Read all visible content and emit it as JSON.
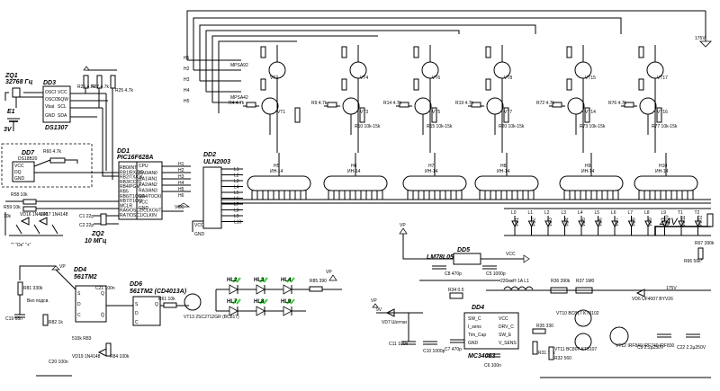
{
  "top_bus": {
    "rail_label": "175V",
    "h_lines": [
      "H1",
      "H2",
      "H3",
      "H4",
      "H5"
    ]
  },
  "zq1": {
    "ref": "ZQ1",
    "value": "32768 Гц"
  },
  "dd3": {
    "ref": "DD3",
    "part": "DS1307",
    "pins_left": [
      "OSCI",
      "OSCO",
      "Vbat",
      "GND"
    ],
    "pins_right": [
      "VCC",
      "SQW",
      "SCL",
      "SDA"
    ]
  },
  "r26": "R26 4.7k",
  "r27": "R27 4.7k",
  "r25": "R25 4.7k",
  "battery": {
    "ref": "E1",
    "value": "3V"
  },
  "dd7": {
    "ref": "DD7",
    "part": "DS18B20",
    "pins": [
      "VCC",
      "DQ",
      "GND"
    ],
    "r60": "R60 4.7k"
  },
  "r58": "R58 10k",
  "r59": "R59 10k",
  "buttons": {
    "label": "\"\" \"Ок\" \"+\"",
    "d16": "VD16 1N4148",
    "d17": "VD17 1N4148",
    "r_bottom": "10k"
  },
  "dd1": {
    "ref": "DD1",
    "part": "PIC16F628A",
    "cpu": "CPU",
    "pins_left": [
      "RB0/INT",
      "RB1/RX/DT",
      "RB2/TX/CK",
      "RB3/CCP1",
      "RB4/PGM",
      "RB5",
      "RB6/T1OSO",
      "RB7/T1OSI",
      "MCLR",
      "RA6/OSC2/CLKOUT",
      "RA7/OSC1/CLKIN"
    ],
    "pins_right": [
      "RA0/AN0",
      "RA1/AN1",
      "RA2/AN2",
      "RA3/AN3",
      "RA4/T0CKI",
      "VCC",
      "GND"
    ]
  },
  "xtal": {
    "ref": "ZQ2",
    "value": "10 МГц",
    "c1": "C1 22p",
    "c2": "C2 22p"
  },
  "dd2": {
    "ref": "DD2",
    "part": "ULN2003",
    "outs": [
      "L1",
      "L2",
      "L3",
      "L4",
      "L5",
      "L6",
      "L7",
      "L8",
      "L9",
      "L10"
    ]
  },
  "h_pins": [
    "H1",
    "H2",
    "H3",
    "H4",
    "H5",
    "H6"
  ],
  "tubes": [
    {
      "ref": "H5",
      "part": "ИН-14"
    },
    {
      "ref": "H6",
      "part": "ИН-14"
    },
    {
      "ref": "H7",
      "part": "ИН-14"
    },
    {
      "ref": "H8",
      "part": "ИН-14"
    },
    {
      "ref": "H9",
      "part": "ИН-14"
    },
    {
      "ref": "H10",
      "part": "ИН-14"
    }
  ],
  "transistors_top": [
    "VT2",
    "VT4",
    "VT6",
    "VT8",
    "VT15",
    "VT17"
  ],
  "transistors_bot": [
    "VT1",
    "VT3",
    "VT5",
    "VT7",
    "VT14",
    "VT16"
  ],
  "transistor_part_top": "MPSA92",
  "transistor_part_bot": "MPSA42",
  "resistors_base": [
    "R4 4.7k",
    "R9 4.7k",
    "R14 4.7k",
    "R19 4.7k",
    "R72 4.7k",
    "R76 4.7k"
  ],
  "resistors_col": [
    "R10 10k-15k",
    "R15 10k-15k",
    "R20 10k-15k",
    "R73 10k-15k",
    "R77 10k-15k"
  ],
  "l_outputs": [
    "L0",
    "L1",
    "L2",
    "L3",
    "L4",
    "L5",
    "L6",
    "L7",
    "L8",
    "L9",
    "T1",
    "T2"
  ],
  "vd_labels": [
    "VD1",
    "VD2",
    "VD3",
    "VD4",
    "VD5",
    "VD6",
    "VD7",
    "VD8",
    "VD9",
    "VD10",
    "VD11",
    "VD12"
  ],
  "v24": "24V",
  "r_right": {
    "r67": "R67 390k",
    "r66": "R66 56k*"
  },
  "dd4_stage": {
    "ref": "DD4",
    "part": "561TM2",
    "r81": "R81 330k",
    "c19": "C19 68n",
    "r82": "R82 1k",
    "c21": "C21 100n",
    "r83": "510k R83",
    "r84": "R84 100k",
    "c20": "C20 100n",
    "vd19": "VD19 1N4148",
    "switch": "Вкл подсв."
  },
  "dd6_stage": {
    "ref": "DD6",
    "part": "561TM2 (CD4013A)",
    "r61": "R61 10k",
    "vt13": "VT13 2SC2712GR (BC817)"
  },
  "leds": {
    "top": [
      "HL2",
      "HL3",
      "HL4"
    ],
    "bot": [
      "HL7",
      "HL8",
      "HL9"
    ],
    "r85": "R85 390",
    "vp": "VP"
  },
  "dd5": {
    "ref": "DD5",
    "part": "LM78L05(TO-92)",
    "vcc": "VCC",
    "c8": "C8 470p",
    "c5": "C5 1000p"
  },
  "boost": {
    "vp": "VP",
    "vd7": "VD7 Шоттки",
    "in_v": "9V",
    "c11": "C11 100n",
    "c10": "C10 1000p",
    "c7": "C7 470p",
    "c6": "C6 100n",
    "r34": "R34 0.5",
    "l1": "220мкН 1A L1",
    "r36": "R36 390k",
    "r37": "R37 1M0",
    "ic": {
      "ref": "DD4",
      "part": "MC34063",
      "pins_left": [
        "SW_C",
        "I_sens",
        "Tim_Cap",
        "GND"
      ],
      "pins_right": [
        "VCC",
        "DRV_C",
        "SW_E",
        "V_SENS"
      ]
    },
    "r35": "R35 330",
    "r31": "R31 10k",
    "r32": "R32 560",
    "vt10": "VT10 BC817 KT3102",
    "vt11": "VT11 BC807 KT3107",
    "vt12": "VT12 IRF840 IRF740 IRF830",
    "vd6": "VD6 UF4007 BYV26",
    "c9": "C9 2.2µ250V",
    "c22": "C22 2.2µ250V",
    "out": "175V"
  }
}
